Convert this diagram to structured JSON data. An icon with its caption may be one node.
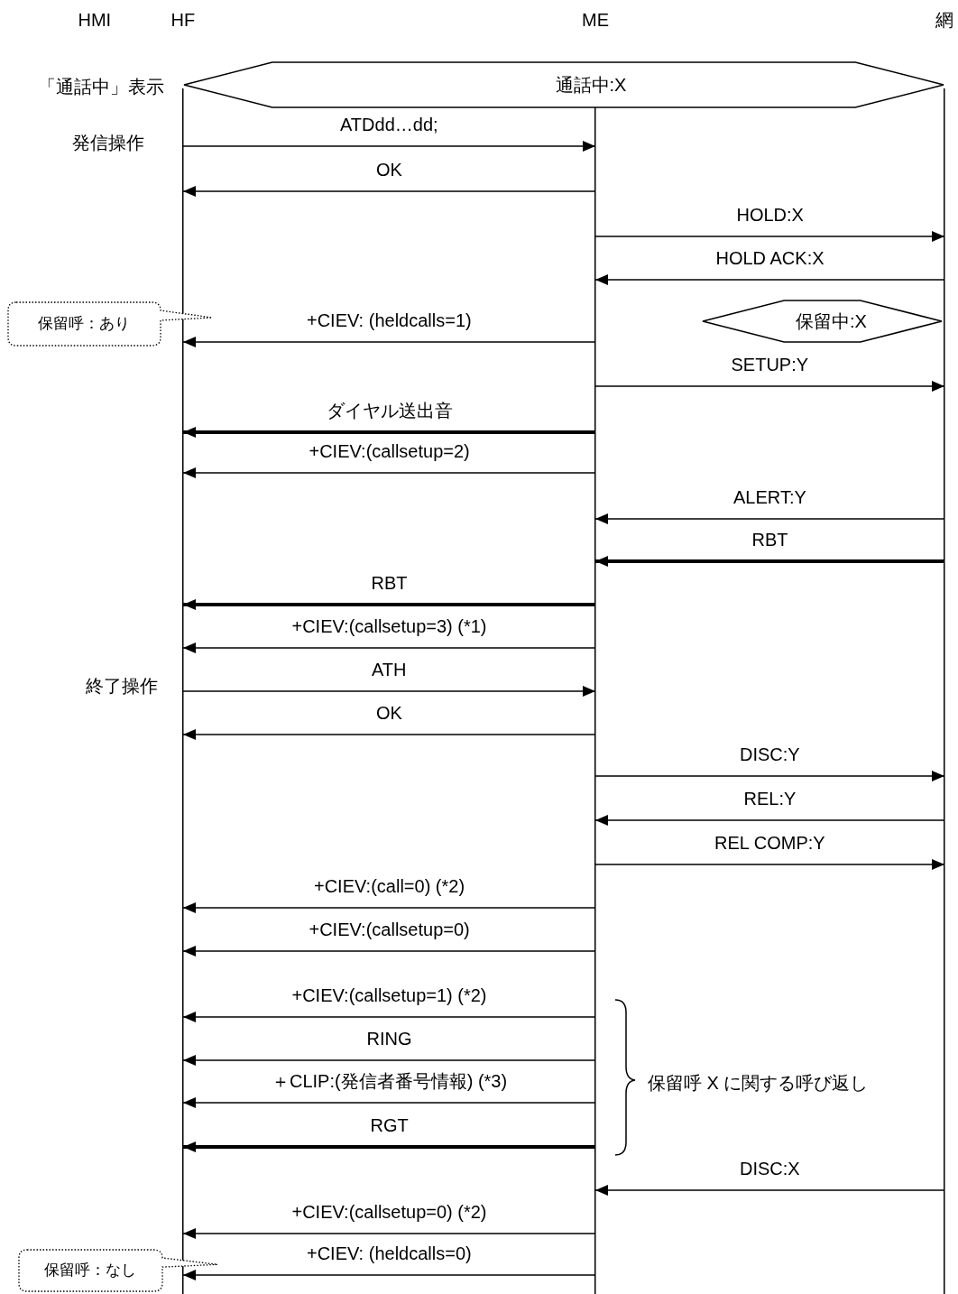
{
  "diagram": {
    "nodes": [
      {
        "text": [
          "HF"
        ]
      },
      {
        "text": [
          "ME"
        ]
      },
      {
        "text": [
          "網"
        ]
      },
      {
        "text": [
          "通話中:X"
        ]
      },
      {
        "text": [
          "保留中:X"
        ]
      },
      {
        "text": [
          "保留呼：あり"
        ]
      },
      {
        "text": [
          "保留呼：なし"
        ]
      }
    ],
    "edges": [
      {
        "from": 0,
        "to": 1,
        "arrow": "to",
        "label": "ATDdd…dd;"
      },
      {
        "from": 1,
        "to": 0,
        "arrow": "to",
        "label": "OK"
      },
      {
        "from": 1,
        "to": 2,
        "arrow": "to",
        "label": "HOLD:X"
      },
      {
        "from": 2,
        "to": 1,
        "arrow": "to",
        "label": "HOLD ACK:X"
      },
      {
        "from": 1,
        "to": 0,
        "arrow": "to",
        "label": "+CIEV: (heldcalls=1)"
      },
      {
        "from": 1,
        "to": 2,
        "arrow": "to",
        "label": "SETUP:Y"
      },
      {
        "from": 1,
        "to": 0,
        "arrow": "to",
        "label": "ダイヤル送出音",
        "style": "thick"
      },
      {
        "from": 1,
        "to": 0,
        "arrow": "to",
        "label": "+CIEV:(callsetup=2)"
      },
      {
        "from": 2,
        "to": 1,
        "arrow": "to",
        "label": "ALERT:Y"
      },
      {
        "from": 2,
        "to": 1,
        "arrow": "to",
        "label": "RBT",
        "style": "thick"
      },
      {
        "from": 1,
        "to": 0,
        "arrow": "to",
        "label": "RBT",
        "style": "thick"
      },
      {
        "from": 1,
        "to": 0,
        "arrow": "to",
        "label": "+CIEV:(callsetup=3) (*1)"
      },
      {
        "from": 0,
        "to": 1,
        "arrow": "to",
        "label": "ATH"
      },
      {
        "from": 1,
        "to": 0,
        "arrow": "to",
        "label": "OK"
      },
      {
        "from": 1,
        "to": 2,
        "arrow": "to",
        "label": "DISC:Y"
      },
      {
        "from": 2,
        "to": 1,
        "arrow": "to",
        "label": "REL:Y"
      },
      {
        "from": 1,
        "to": 2,
        "arrow": "to",
        "label": "REL COMP:Y"
      },
      {
        "from": 1,
        "to": 0,
        "arrow": "to",
        "label": "+CIEV:(call=0) (*2)"
      },
      {
        "from": 1,
        "to": 0,
        "arrow": "to",
        "label": "+CIEV:(callsetup=0)"
      },
      {
        "from": 1,
        "to": 0,
        "arrow": "to",
        "label": "+CIEV:(callsetup=1) (*2)"
      },
      {
        "from": 1,
        "to": 0,
        "arrow": "to",
        "label": "RING"
      },
      {
        "from": 1,
        "to": 0,
        "arrow": "to",
        "label": "＋CLIP:(発信者番号情報) (*3)"
      },
      {
        "from": 1,
        "to": 0,
        "arrow": "to",
        "label": "RGT",
        "style": "thick"
      },
      {
        "from": 2,
        "to": 1,
        "arrow": "to",
        "label": "DISC:X"
      },
      {
        "from": 1,
        "to": 0,
        "arrow": "to",
        "label": "+CIEV:(callsetup=0) (*2)"
      },
      {
        "from": 1,
        "to": 0,
        "arrow": "to",
        "label": "+CIEV: (heldcalls=0)"
      }
    ],
    "labels": [
      "HMI",
      "「通話中」表示",
      "発信操作",
      "終了操作",
      "保留呼 X に関する呼び返し"
    ]
  }
}
